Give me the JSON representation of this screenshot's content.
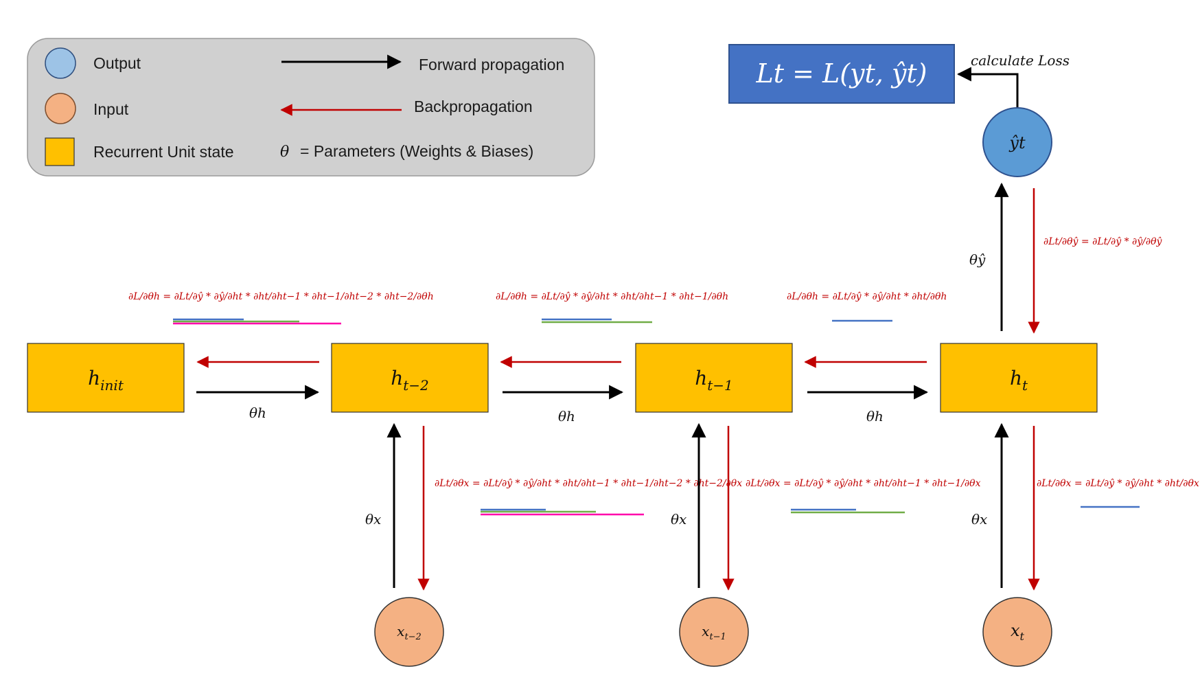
{
  "legend": {
    "output": "Output",
    "input": "Input",
    "state": "Recurrent Unit state",
    "forward": "Forward propagation",
    "backward": "Backpropagation",
    "theta_symbol": "θ",
    "params": "= Parameters (Weights & Biases)"
  },
  "loss": {
    "text": "Lt = L(yt, ŷt)",
    "calc": "calculate Loss"
  },
  "output_node": "ŷt",
  "units": [
    {
      "base": "h",
      "sub": "init"
    },
    {
      "base": "h",
      "sub": "t−2"
    },
    {
      "base": "h",
      "sub": "t−1"
    },
    {
      "base": "h",
      "sub": "t"
    }
  ],
  "inputs": [
    {
      "base": "x",
      "sub": "t−2"
    },
    {
      "base": "x",
      "sub": "t−1"
    },
    {
      "base": "x",
      "sub": "t"
    }
  ],
  "theta_labels": {
    "h": "θh",
    "x": "θx",
    "yhat": "θŷ"
  },
  "formulas": {
    "yhat": "∂Lt/∂θŷ = ∂Lt/∂ŷ * ∂ŷ/∂θŷ",
    "h_t2": "∂L/∂θh = ∂Lt/∂ŷ * ∂ŷ/∂ht * ∂ht/∂ht−1 * ∂ht−1/∂ht−2 * ∂ht−2/∂θh",
    "h_t1": "∂L/∂θh = ∂Lt/∂ŷ * ∂ŷ/∂ht * ∂ht/∂ht−1 * ∂ht−1/∂θh",
    "h_t": "∂L/∂θh = ∂Lt/∂ŷ * ∂ŷ/∂ht * ∂ht/∂θh",
    "x_t2": "∂Lt/∂θx = ∂Lt/∂ŷ * ∂ŷ/∂ht * ∂ht/∂ht−1 * ∂ht−1/∂ht−2 * ∂ht−2/∂θx",
    "x_t1": "∂Lt/∂θx = ∂Lt/∂ŷ * ∂ŷ/∂ht * ∂ht/∂ht−1 * ∂ht−1/∂θx",
    "x_t": "∂Lt/∂θx = ∂Lt/∂ŷ * ∂ŷ/∂ht * ∂ht/∂θx"
  },
  "colors": {
    "unit_fill": "#FFC000",
    "input_fill": "#F4B183",
    "output_fill": "#5B9BD5",
    "legend_output_fill": "#9DC3E6",
    "loss_fill": "#4472C4",
    "legend_bg": "#D0D0D0",
    "forward": "#000000",
    "backward": "#C00000",
    "underline_blue": "#4472C4",
    "underline_green": "#70AD47",
    "underline_pink": "#FF00AA"
  }
}
